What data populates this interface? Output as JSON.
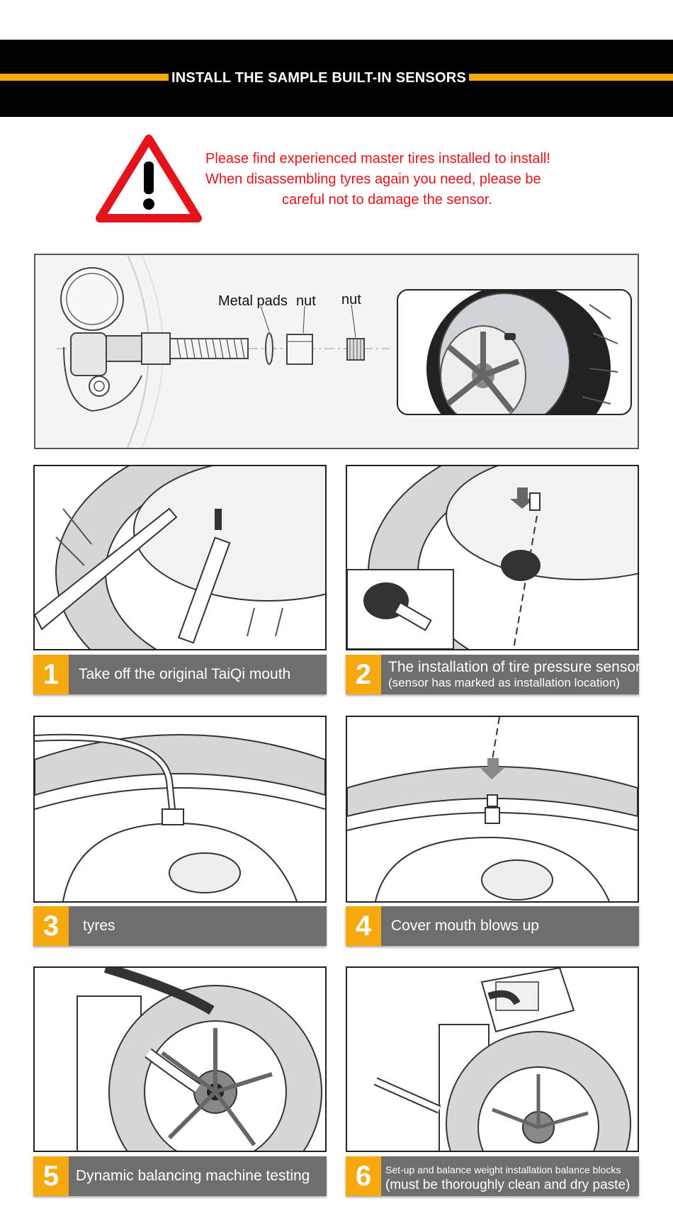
{
  "banner": {
    "title": "INSTALL THE SAMPLE BUILT-IN SENSORS"
  },
  "warning": {
    "lines": [
      "Please find experienced master tires installed to install!",
      "When disassembling tyres again you need, please be",
      "careful not to damage the sensor."
    ]
  },
  "diagram": {
    "labels": {
      "metal_pads": "Metal pads",
      "nut1": "nut",
      "nut2": "nut"
    }
  },
  "steps": [
    {
      "number": "1",
      "text": "Take off the original TaiQi mouth",
      "sub": ""
    },
    {
      "number": "2",
      "text": "The installation of tire pressure sensor",
      "sub": "(sensor has marked as installation location)"
    },
    {
      "number": "3",
      "text": "tyres",
      "sub": ""
    },
    {
      "number": "4",
      "text": "Cover mouth blows up",
      "sub": ""
    },
    {
      "number": "5",
      "text": "Dynamic balancing machine testing",
      "sub": ""
    },
    {
      "number": "6",
      "text": "Set-up and balance weight installation balance blocks",
      "sub": "(must be thoroughly clean and dry paste)"
    }
  ],
  "colors": {
    "accent": "#f5a90f",
    "warning": "#e3141b",
    "bar": "#6e6e6e"
  }
}
